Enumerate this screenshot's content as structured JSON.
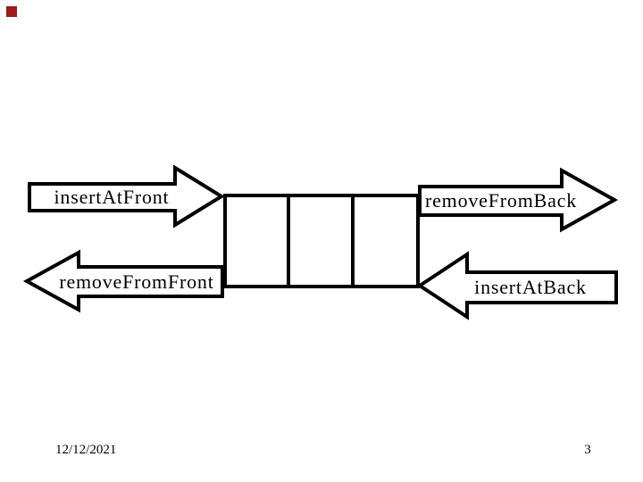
{
  "slide": {
    "background_color": "#ffffff",
    "line_color": "#000000",
    "text_color": "#000000",
    "accent_square": {
      "color": "#9b1c1c"
    },
    "diagram": {
      "name": "deque-operations",
      "queue_cell_count": 3,
      "arrows": [
        {
          "id": "insert-at-front",
          "label": "insertAtFront",
          "direction": "right"
        },
        {
          "id": "remove-from-back",
          "label": "removeFromBack",
          "direction": "right"
        },
        {
          "id": "remove-from-front",
          "label": "removeFromFront",
          "direction": "left"
        },
        {
          "id": "insert-at-back",
          "label": "insertAtBack",
          "direction": "left"
        }
      ]
    },
    "footer": {
      "date": "12/12/2021",
      "page_number": "3"
    }
  }
}
